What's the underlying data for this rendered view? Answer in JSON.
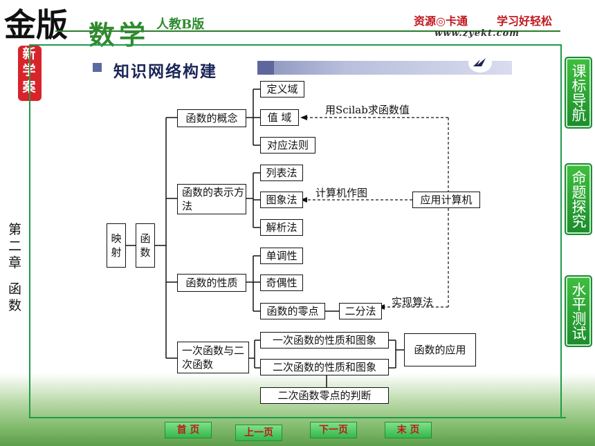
{
  "header": {
    "brand_logo_text": "金版新学案",
    "subject": "数学",
    "edition": "人教B版",
    "site_brand": "资源◎卡通",
    "site_slogan": "学习好轻松",
    "site_url": "www.zyekt.com"
  },
  "section": {
    "title": "知识网络构建"
  },
  "chapter_label": "第二章　函数",
  "side_nav": [
    {
      "label": "课标导航"
    },
    {
      "label": "命题探究"
    },
    {
      "label": "水平测试"
    }
  ],
  "footer_nav": {
    "first": "首 页",
    "prev": "上一页",
    "next": "下一页",
    "last": "末 页"
  },
  "diagram": {
    "root_mapping": "映射",
    "root_function": "函数",
    "concept": "函数的概念",
    "domain": "定义域",
    "value": "值 域",
    "correspondence": "对应法则",
    "representation": "函数的表示方法",
    "table_method": "列表法",
    "graph_method": "图象法",
    "analytic_method": "解析法",
    "properties": "函数的性质",
    "monotonic": "单调性",
    "parity": "奇偶性",
    "zeros": "函数的零点",
    "bisection": "二分法",
    "linear_quadratic": "一次函数与二次函数",
    "linear_props": "一次函数的性质和图象",
    "quadratic_props": "二次函数的性质和图象",
    "quadratic_zeros": "二次函数零点的判断",
    "application": "函数的应用",
    "computer_app": "应用计算机",
    "note_scilab": "用Scilab求函数值",
    "note_plot": "计算机作图",
    "note_algorithm": "实现算法"
  }
}
